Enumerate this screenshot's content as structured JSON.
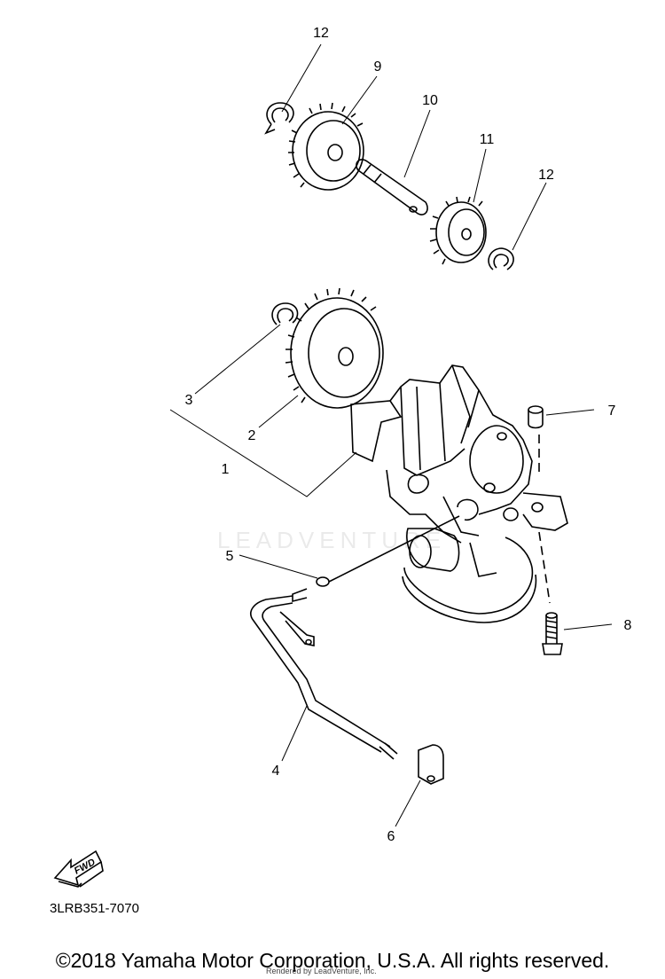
{
  "labels": {
    "l1": "1",
    "l2": "2",
    "l3": "3",
    "l4": "4",
    "l5": "5",
    "l6": "6",
    "l7": "7",
    "l8": "8",
    "l9": "9",
    "l10": "10",
    "l11": "11",
    "l12a": "12",
    "l12b": "12"
  },
  "fwd_label": "FWD",
  "diagram_code": "3LRB351-7070",
  "copyright": "©2018 Yamaha Motor Corporation, U.S.A. All rights reserved.",
  "rendered_by": "Rendered by LeadVenture, Inc.",
  "watermark": "LEADVENTURE"
}
